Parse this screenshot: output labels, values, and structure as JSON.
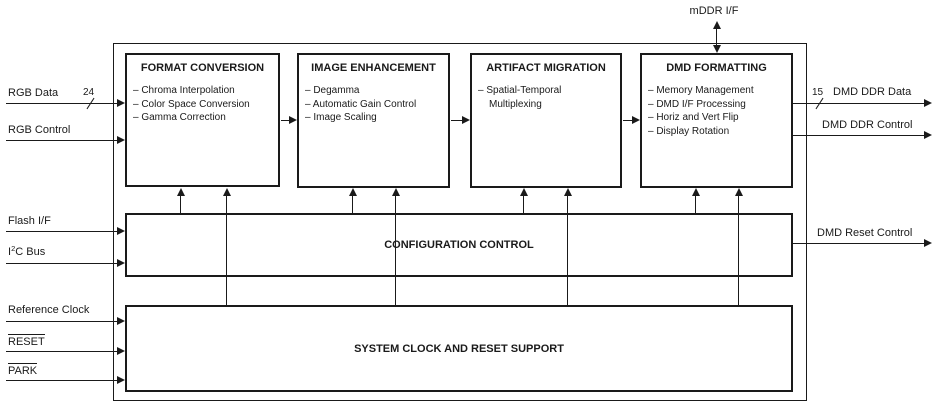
{
  "diagram": {
    "top_interface": {
      "label": "mDDR I/F"
    },
    "blocks": [
      {
        "title": "FORMAT CONVERSION",
        "items": [
          "– Chroma Interpolation",
          "– Color Space Conversion",
          "– Gamma Correction"
        ]
      },
      {
        "title": "IMAGE ENHANCEMENT",
        "items": [
          "– Degamma",
          "– Automatic Gain Control",
          "– Image Scaling"
        ]
      },
      {
        "title": "ARTIFACT MIGRATION",
        "items": [
          "– Spatial-Temporal",
          "Multiplexing"
        ]
      },
      {
        "title": "DMD FORMATTING",
        "items": [
          "– Memory Management",
          "– DMD I/F Processing",
          "– Horiz and Vert Flip",
          "– Display Rotation"
        ]
      }
    ],
    "config_block": {
      "title": "CONFIGURATION CONTROL"
    },
    "system_block": {
      "title": "SYSTEM CLOCK AND RESET SUPPORT"
    },
    "inputs": {
      "rgb_data": {
        "label": "RGB Data",
        "bus_width": "24"
      },
      "rgb_control": {
        "label": "RGB Control"
      },
      "flash": {
        "label": "Flash I/F"
      },
      "i2c": {
        "pre": "I",
        "sup": "2",
        "post": "C Bus"
      },
      "ref_clock": {
        "label": "Reference Clock"
      },
      "reset": {
        "label": "RESET"
      },
      "park": {
        "label": "PARK"
      }
    },
    "outputs": {
      "dmd_ddr_data": {
        "label": "DMD DDR Data",
        "bus_width": "15"
      },
      "dmd_ddr_control": {
        "label": "DMD DDR Control"
      },
      "dmd_reset_control": {
        "label": "DMD Reset Control"
      }
    },
    "colors": {
      "line": "#1a1a1a",
      "background": "#ffffff"
    }
  }
}
